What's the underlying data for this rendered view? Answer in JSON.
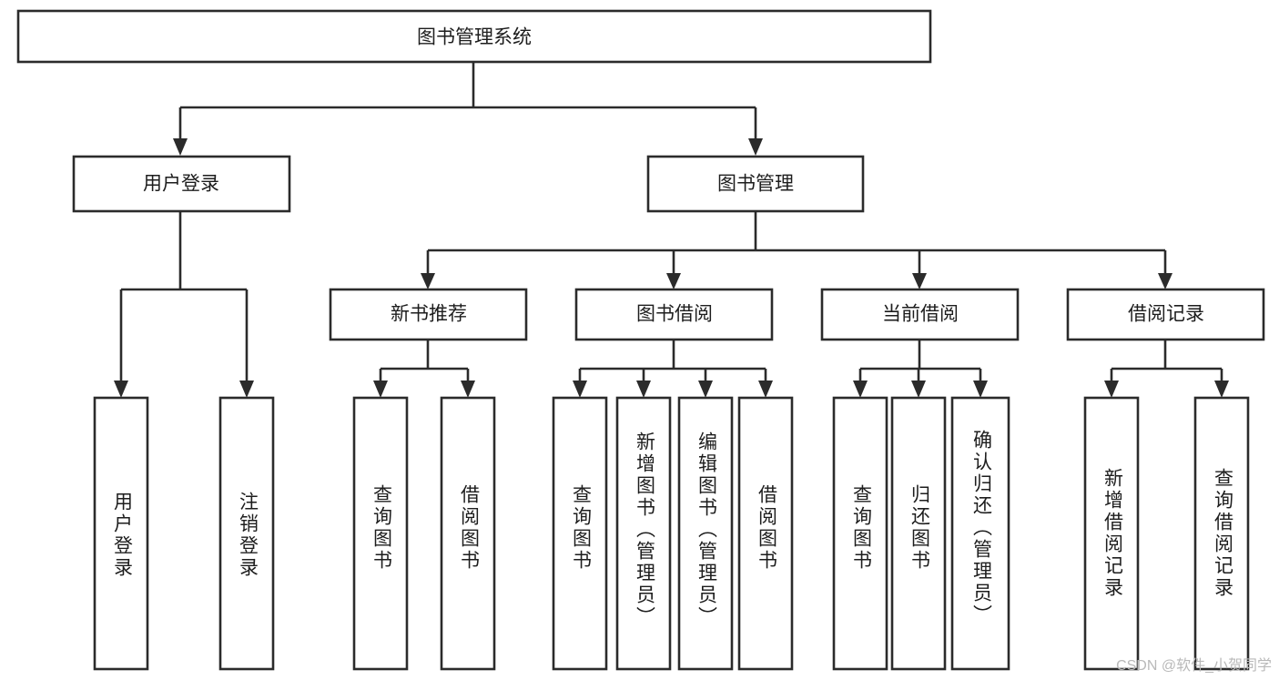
{
  "diagram": {
    "title": "图书管理系统",
    "type": "tree-hierarchy-chart",
    "watermark": "CSDN @软件_小贺同学",
    "colors": {
      "box_fill": "#ffffff",
      "box_stroke": "#2b2b2b",
      "edge": "#2b2b2b",
      "text": "#1d1d1d",
      "watermark": "#b9b9b9",
      "background": "#ffffff"
    },
    "root": {
      "label": "图书管理系统"
    },
    "level2": [
      {
        "label": "用户登录"
      },
      {
        "label": "图书管理"
      }
    ],
    "level3": [
      {
        "label": "新书推荐"
      },
      {
        "label": "图书借阅"
      },
      {
        "label": "当前借阅"
      },
      {
        "label": "借阅记录"
      }
    ],
    "leaves": {
      "user_login": [
        {
          "label": "用户登录"
        },
        {
          "label": "注销登录"
        }
      ],
      "new_book_recommend": [
        {
          "label": "查询图书"
        },
        {
          "label": "借阅图书"
        }
      ],
      "book_borrow": [
        {
          "label": "查询图书"
        },
        {
          "label": "新增图书（管理员）"
        },
        {
          "label": "编辑图书（管理员）"
        },
        {
          "label": "借阅图书"
        }
      ],
      "current_borrow": [
        {
          "label": "查询图书"
        },
        {
          "label": "归还图书"
        },
        {
          "label": "确认归还（管理员）"
        }
      ],
      "borrow_record": [
        {
          "label": "新增借阅记录"
        },
        {
          "label": "查询借阅记录"
        }
      ]
    }
  }
}
